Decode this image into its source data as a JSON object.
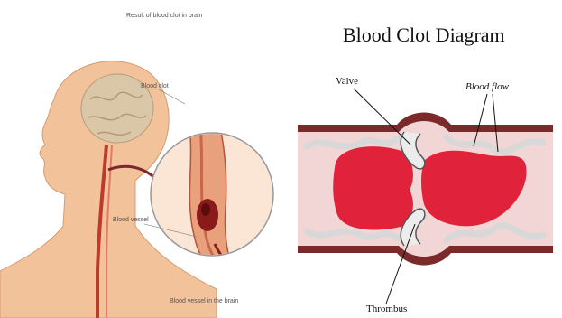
{
  "left_panel": {
    "caption_top": "Result of blood clot in brain",
    "label_blood_clot": "Blood clot",
    "label_blood_vessel": "Blood vessel",
    "caption_bottom": "Blood vessel in the brain"
  },
  "right_panel": {
    "title": "Blood Clot Diagram",
    "label_valve": "Valve",
    "label_blood_flow": "Blood flow",
    "label_thrombus": "Thrombus"
  },
  "colors": {
    "skin": "#f2c29a",
    "brain": "#d9c7a8",
    "vessel_wall": "#7a2a2a",
    "vessel_inner": "#f2d6d6",
    "clot": "#e0233a",
    "valve": "#d8d8d8"
  }
}
